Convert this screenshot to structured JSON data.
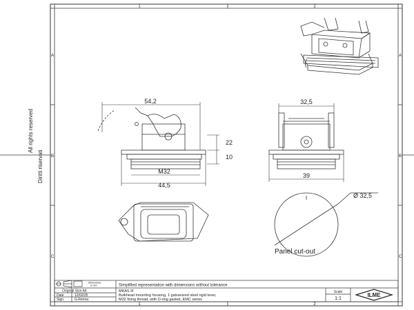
{
  "frame": {
    "columns": [
      "1",
      "2"
    ],
    "rows": [
      "A",
      "B",
      "C"
    ]
  },
  "side_notes": {
    "rights": "All rights reserved",
    "copyright": "Diritti riservati"
  },
  "dimensions": {
    "width_total": "54,2",
    "height_upper": "22",
    "height_lower": "10",
    "thread": "M32",
    "base_width": "44,5",
    "side_width": "32,5",
    "side_base": "39",
    "cutout_diameter": "Ø 32,5"
  },
  "labels": {
    "panel_cutout": "Panel cut-out"
  },
  "title_block": {
    "symbol_note_line1": "Dimensions",
    "symbol_note_line2": "in mm",
    "original_size": "Original Size A4",
    "date_label": "Date",
    "date_value": "12/02/25",
    "sign_label": "Sign.",
    "sign_value": "G.Renna",
    "tolerance_note": "Simplified representation with dimensions without tolerance",
    "part_code": "MKAS IF",
    "desc_line1": "Bulkhead mounting housing, 1 galvanized steel rigid lever,",
    "desc_line2": "M32 fixing thread, with O-ring gasket, EMC series",
    "scale_label": "Scale",
    "scale_value": "1:1",
    "logo_text": "ILME"
  }
}
